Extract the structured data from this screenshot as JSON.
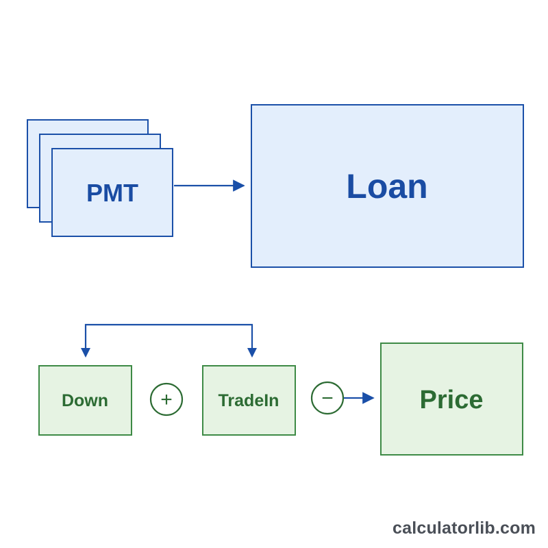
{
  "diagram": {
    "pmt_label": "PMT",
    "loan_label": "Loan",
    "down_label": "Down",
    "tradein_label": "TradeIn",
    "price_label": "Price",
    "plus_symbol": "+",
    "minus_symbol": "−"
  },
  "watermark": "calculatorlib.com",
  "colors": {
    "blue_stroke": "#1a4fa8",
    "blue_fill": "#e3eefc",
    "blue_text": "#1a4ca3",
    "green_stroke": "#3d8a45",
    "green_fill": "#e6f3e3",
    "green_text": "#2c6b33",
    "watermark_text": "#4a4f57"
  }
}
